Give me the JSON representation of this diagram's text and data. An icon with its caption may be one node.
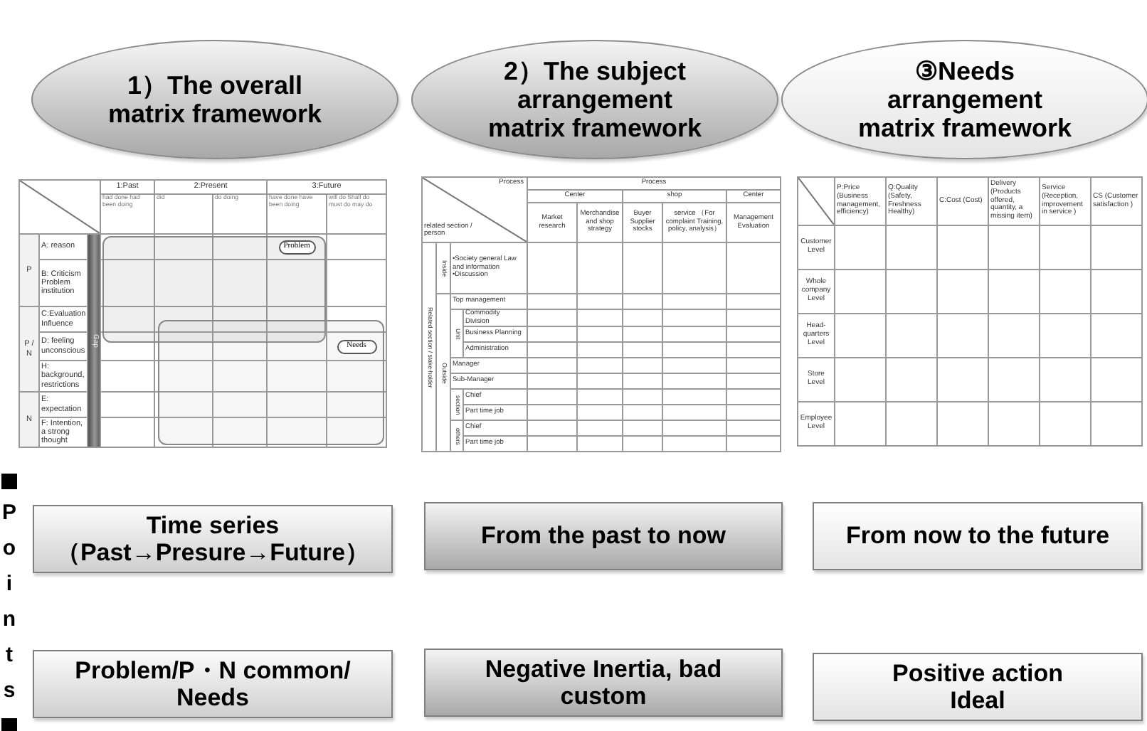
{
  "diagram": {
    "nodes": [
      {
        "text": [
          "1）The overall matrix framework"
        ]
      },
      {
        "text": [
          "2）The subject arrangement matrix framework"
        ]
      },
      {
        "text": [
          "③Needs arrangement matrix framework"
        ]
      },
      {
        "text": [
          "Problem"
        ]
      },
      {
        "text": [
          "Needs"
        ]
      },
      {
        "text": [
          "Time series （Past→Presure→Future）"
        ]
      },
      {
        "text": [
          "From the past to now"
        ]
      },
      {
        "text": [
          "From now to the future"
        ]
      },
      {
        "text": [
          "Problem/P・N common/ Needs"
        ]
      },
      {
        "text": [
          "Negative Inertia, bad custom"
        ]
      },
      {
        "text": [
          "Positive action Ideal"
        ]
      }
    ],
    "labels": [
      "Points",
      "1:Past",
      "2:Present",
      "3:Future",
      "had done had been doing",
      "did",
      "do doing",
      "have done have been doing",
      "will do Shall do must do may do",
      "P",
      "A: reason",
      "Gap",
      "B: Criticism Problem institution",
      "P / N",
      "C:Evaluation Influence",
      "D: feeling unconscious",
      "H: background, restrictions",
      "N",
      "E: expectation",
      "F: Intention, a strong thought",
      "Process",
      "related section / person",
      "Process",
      "Center",
      "shop",
      "Center",
      "Market research",
      "Merchandise and shop strategy",
      "Buyer Supplier stocks",
      "service （For complaint Training, policy, analysis）",
      "Management Evaluation",
      "Related section / stake-holder",
      "Inside",
      "•Society general Law and information •Discussion",
      "Outside",
      "Top management",
      "Unit",
      "Commodity Division",
      "Business Planning",
      "Administration",
      "Manager",
      "Sub-Manager",
      "section",
      "Chief",
      "Part time job",
      "others",
      "Chief",
      "Part time job",
      "P:Price (Business management, efficiency)",
      "Q:Quality (Safety, Freshness Healthy)",
      "C:Cost (Cost)",
      "Delivery (Products offered, quantity, a missing item)",
      "Service (Reception, improvement in service )",
      "CS (Customer satisfaction )",
      "Customer Level",
      "Whole company Level",
      "Head-quarters Level",
      "Store Level",
      "Employee Level"
    ]
  }
}
